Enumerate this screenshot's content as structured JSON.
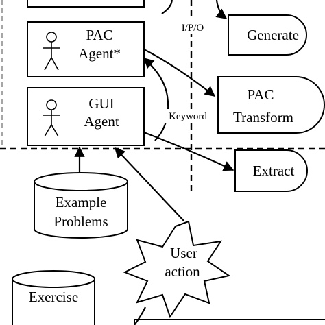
{
  "agents": {
    "pac": {
      "line1": "PAC",
      "line2": "Agent*"
    },
    "gui": {
      "line1": "GUI",
      "line2": "Agent"
    }
  },
  "operations": {
    "generate": "Generate",
    "pac_transform": {
      "line1": "PAC",
      "line2": "Transform"
    },
    "extract": "Extract"
  },
  "stores": {
    "example_problems": {
      "line1": "Example",
      "line2": "Problems"
    },
    "exercise": "Exercise"
  },
  "event": {
    "line1": "User",
    "line2": "action"
  },
  "edge_labels": {
    "ipo": "I/P/O",
    "keyword": "Keyword"
  }
}
